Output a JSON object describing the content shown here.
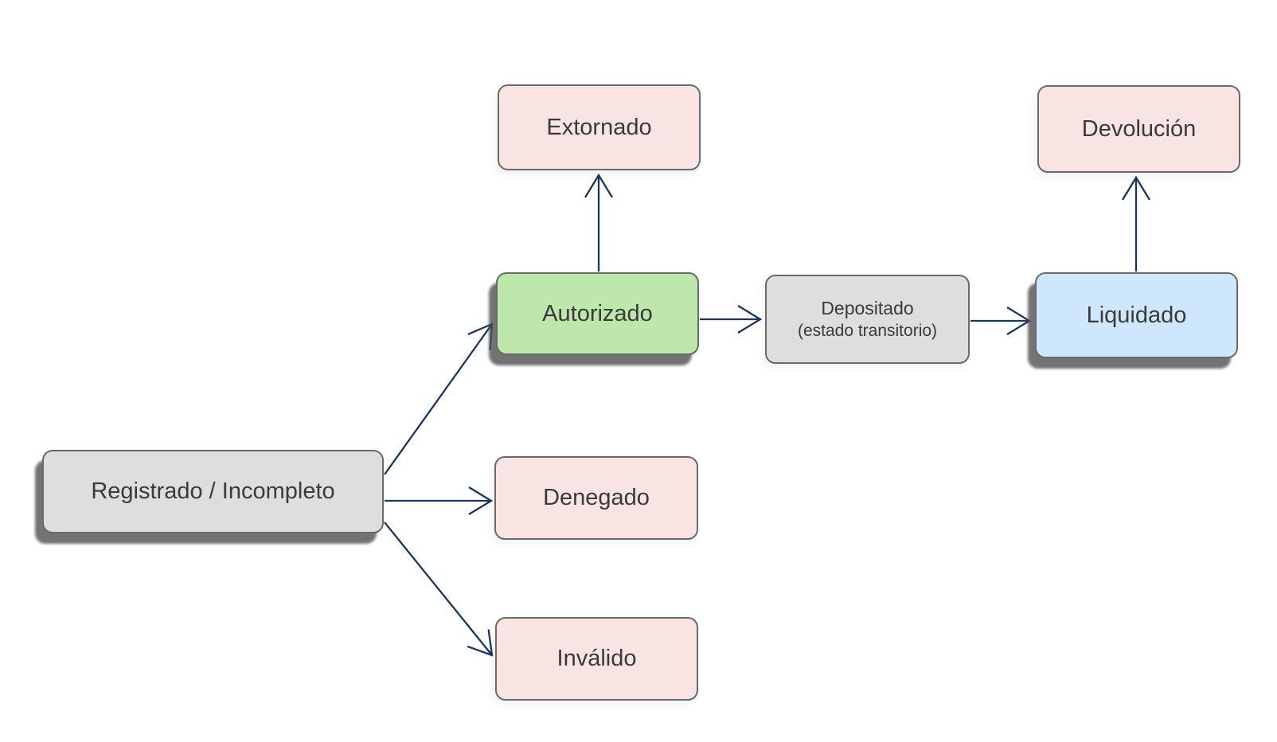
{
  "diagram": {
    "colors": {
      "background": "#ffffff",
      "arrow": "#17375e",
      "border": "#6a6a6a",
      "text": "#3a3a3a",
      "shadow": "#505050",
      "fill_pink": "#f9e4e4",
      "fill_green": "#bde7ab",
      "fill_blue": "#cfe7fc",
      "fill_gray": "#dedede"
    },
    "nodes": [
      {
        "id": "registrado",
        "label": "Registrado / Incompleto",
        "fill": "#dedede",
        "emphasized_shadow": true
      },
      {
        "id": "autorizado",
        "label": "Autorizado",
        "fill": "#bde7ab",
        "emphasized_shadow": true
      },
      {
        "id": "extornado",
        "label": "Extornado",
        "fill": "#f9e4e4",
        "emphasized_shadow": false
      },
      {
        "id": "denegado",
        "label": "Denegado",
        "fill": "#f9e4e4",
        "emphasized_shadow": false
      },
      {
        "id": "invalido",
        "label": "Inválido",
        "fill": "#f9e4e4",
        "emphasized_shadow": false
      },
      {
        "id": "depositado",
        "label": "Depositado",
        "sublabel": "(estado transitorio)",
        "fill": "#dedede",
        "emphasized_shadow": false
      },
      {
        "id": "liquidado",
        "label": "Liquidado",
        "fill": "#cfe7fc",
        "emphasized_shadow": true
      },
      {
        "id": "devolucion",
        "label": "Devolución",
        "fill": "#f9e4e4",
        "emphasized_shadow": false
      }
    ],
    "edges": [
      {
        "from": "registrado",
        "to": "autorizado"
      },
      {
        "from": "registrado",
        "to": "denegado"
      },
      {
        "from": "registrado",
        "to": "invalido"
      },
      {
        "from": "autorizado",
        "to": "extornado"
      },
      {
        "from": "autorizado",
        "to": "depositado"
      },
      {
        "from": "depositado",
        "to": "liquidado"
      },
      {
        "from": "liquidado",
        "to": "devolucion"
      }
    ]
  }
}
